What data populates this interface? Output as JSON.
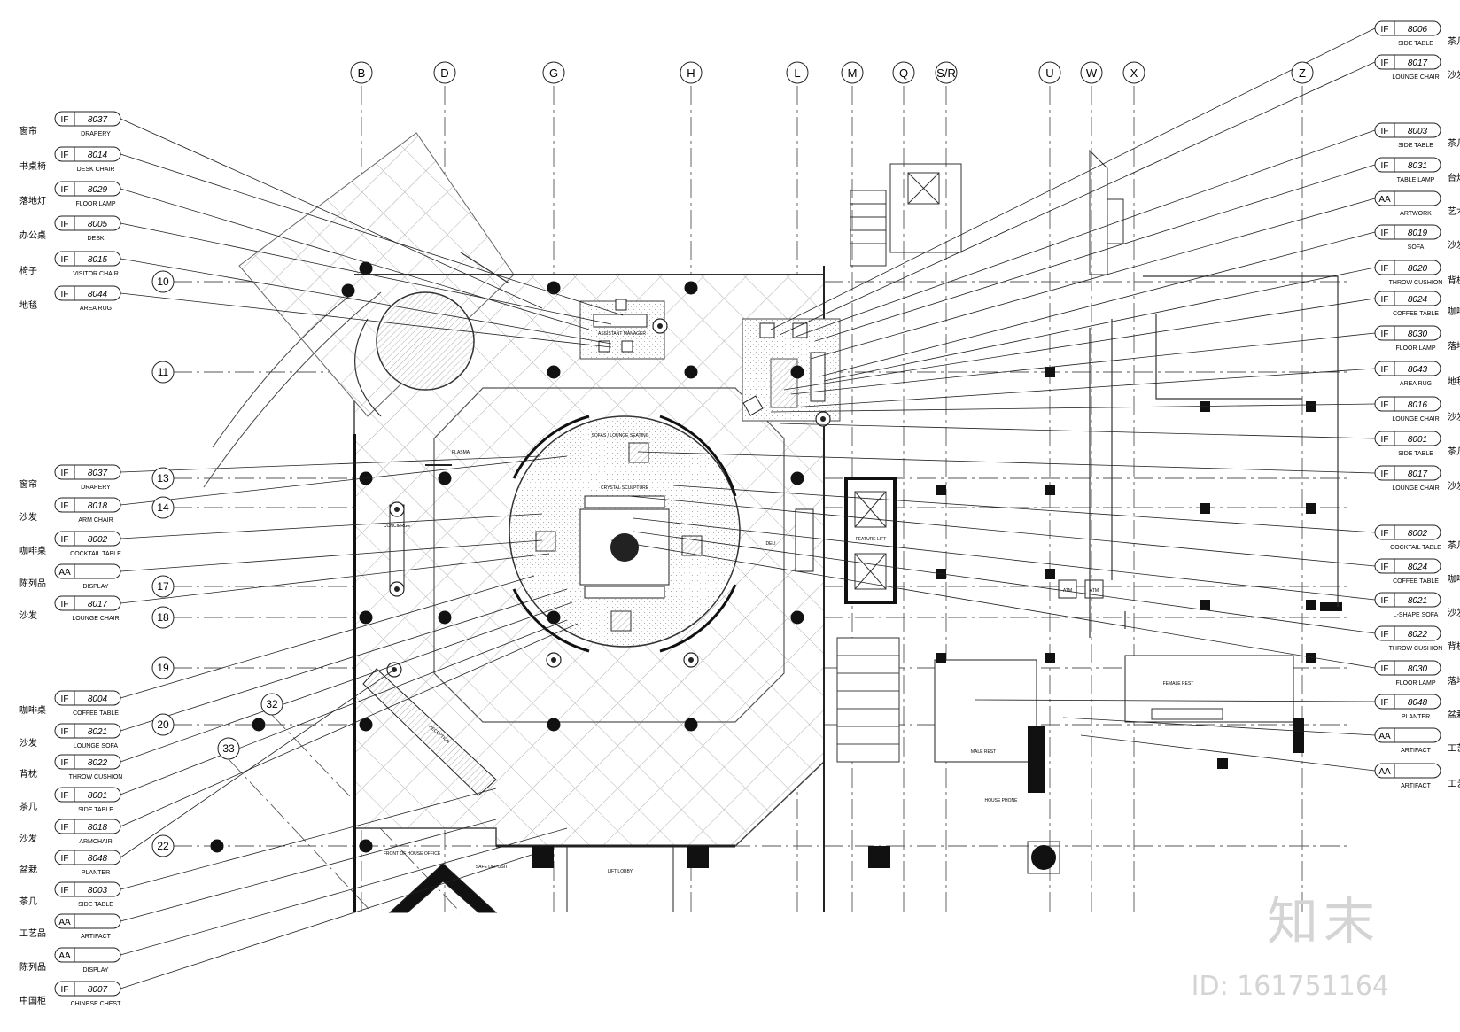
{
  "grid_columns": [
    "B",
    "D",
    "G",
    "H",
    "L",
    "M",
    "Q",
    "S/R",
    "U",
    "W",
    "X",
    "Z"
  ],
  "grid_rows": [
    "10",
    "11",
    "13",
    "14",
    "17",
    "18",
    "19",
    "20",
    "22",
    "32",
    "33"
  ],
  "left_tags": [
    {
      "code": "IF",
      "num": "8037",
      "en": "DRAPERY",
      "cn": "窗帘"
    },
    {
      "code": "IF",
      "num": "8014",
      "en": "DESK CHAIR",
      "cn": "书桌椅"
    },
    {
      "code": "IF",
      "num": "8029",
      "en": "FLOOR LAMP",
      "cn": "落地灯"
    },
    {
      "code": "IF",
      "num": "8005",
      "en": "DESK",
      "cn": "办公桌"
    },
    {
      "code": "IF",
      "num": "8015",
      "en": "VISITOR CHAIR",
      "cn": "椅子"
    },
    {
      "code": "IF",
      "num": "8044",
      "en": "AREA RUG",
      "cn": "地毯"
    },
    {
      "code": "IF",
      "num": "8037",
      "en": "DRAPERY",
      "cn": "窗帘"
    },
    {
      "code": "IF",
      "num": "8018",
      "en": "ARM CHAIR",
      "cn": "沙发"
    },
    {
      "code": "IF",
      "num": "8002",
      "en": "COCKTAIL TABLE",
      "cn": "咖啡桌"
    },
    {
      "code": "AA",
      "num": "",
      "en": "DISPLAY",
      "cn": "陈列品"
    },
    {
      "code": "IF",
      "num": "8017",
      "en": "LOUNGE CHAIR",
      "cn": "沙发"
    },
    {
      "code": "IF",
      "num": "8004",
      "en": "COFFEE TABLE",
      "cn": "咖啡桌"
    },
    {
      "code": "IF",
      "num": "8021",
      "en": "LOUNGE SOFA",
      "cn": "沙发"
    },
    {
      "code": "IF",
      "num": "8022",
      "en": "THROW CUSHION",
      "cn": "背枕"
    },
    {
      "code": "IF",
      "num": "8001",
      "en": "SIDE TABLE",
      "cn": "茶几"
    },
    {
      "code": "IF",
      "num": "8018",
      "en": "ARMCHAIR",
      "cn": "沙发"
    },
    {
      "code": "IF",
      "num": "8048",
      "en": "PLANTER",
      "cn": "盆栽"
    },
    {
      "code": "IF",
      "num": "8003",
      "en": "SIDE TABLE",
      "cn": "茶几"
    },
    {
      "code": "AA",
      "num": "",
      "en": "ARTIFACT",
      "cn": "工艺品"
    },
    {
      "code": "AA",
      "num": "",
      "en": "DISPLAY",
      "cn": "陈列品"
    },
    {
      "code": "IF",
      "num": "8007",
      "en": "CHINESE CHEST",
      "cn": "中国柜"
    }
  ],
  "right_tags": [
    {
      "code": "IF",
      "num": "8006",
      "en": "SIDE TABLE",
      "cn": "茶几"
    },
    {
      "code": "IF",
      "num": "8017",
      "en": "LOUNGE CHAIR",
      "cn": "沙发"
    },
    {
      "code": "IF",
      "num": "8003",
      "en": "SIDE TABLE",
      "cn": "茶几"
    },
    {
      "code": "IF",
      "num": "8031",
      "en": "TABLE LAMP",
      "cn": "台灯"
    },
    {
      "code": "AA",
      "num": "",
      "en": "ARTWORK",
      "cn": "艺术画"
    },
    {
      "code": "IF",
      "num": "8019",
      "en": "SOFA",
      "cn": "沙发"
    },
    {
      "code": "IF",
      "num": "8020",
      "en": "THROW CUSHION",
      "cn": "背枕"
    },
    {
      "code": "IF",
      "num": "8024",
      "en": "COFFEE TABLE",
      "cn": "咖啡桌"
    },
    {
      "code": "IF",
      "num": "8030",
      "en": "FLOOR LAMP",
      "cn": "落地灯"
    },
    {
      "code": "IF",
      "num": "8043",
      "en": "AREA RUG",
      "cn": "地毯"
    },
    {
      "code": "IF",
      "num": "8016",
      "en": "LOUNGE CHAIR",
      "cn": "沙发"
    },
    {
      "code": "IF",
      "num": "8001",
      "en": "SIDE TABLE",
      "cn": "茶几"
    },
    {
      "code": "IF",
      "num": "8017",
      "en": "LOUNGE CHAIR",
      "cn": "沙发"
    },
    {
      "code": "IF",
      "num": "8002",
      "en": "COCKTAIL TABLE",
      "cn": "茶几"
    },
    {
      "code": "IF",
      "num": "8024",
      "en": "COFFEE TABLE",
      "cn": "咖啡桌"
    },
    {
      "code": "IF",
      "num": "8021",
      "en": "L-SHAPE SOFA",
      "cn": "沙发"
    },
    {
      "code": "IF",
      "num": "8022",
      "en": "THROW CUSHION",
      "cn": "背枕"
    },
    {
      "code": "IF",
      "num": "8030",
      "en": "FLOOR LAMP",
      "cn": "落地灯"
    },
    {
      "code": "IF",
      "num": "8048",
      "en": "PLANTER",
      "cn": "盆栽"
    },
    {
      "code": "AA",
      "num": "",
      "en": "ARTIFACT",
      "cn": "工艺品"
    },
    {
      "code": "AA",
      "num": "",
      "en": "ARTIFACT",
      "cn": "工艺品"
    }
  ],
  "room_labels": {
    "assistant_manager": "ASSISTANT MANAGER",
    "lounge": "SOFAS / LOUNGE SEATING",
    "crystal": "CRYSTAL SCULPTURE",
    "plasma": "PLASMA",
    "concierge": "CONCIERGE",
    "deli": "DELI",
    "feature_lift": "FEATURE LIFT",
    "reception": "RECEPTION",
    "female_rest": "FEMALE REST",
    "male_rest": "MALE REST",
    "house_phone": "HOUSE PHONE",
    "front_office": "FRONT OF HOUSE OFFICE",
    "safe_deposit": "SAFE DEPOSIT",
    "lift_lobby": "LIFT LOBBY",
    "atm1": "ATM",
    "atm2": "ATM"
  },
  "watermark": {
    "logo": "知末",
    "id": "ID: 161751164"
  }
}
